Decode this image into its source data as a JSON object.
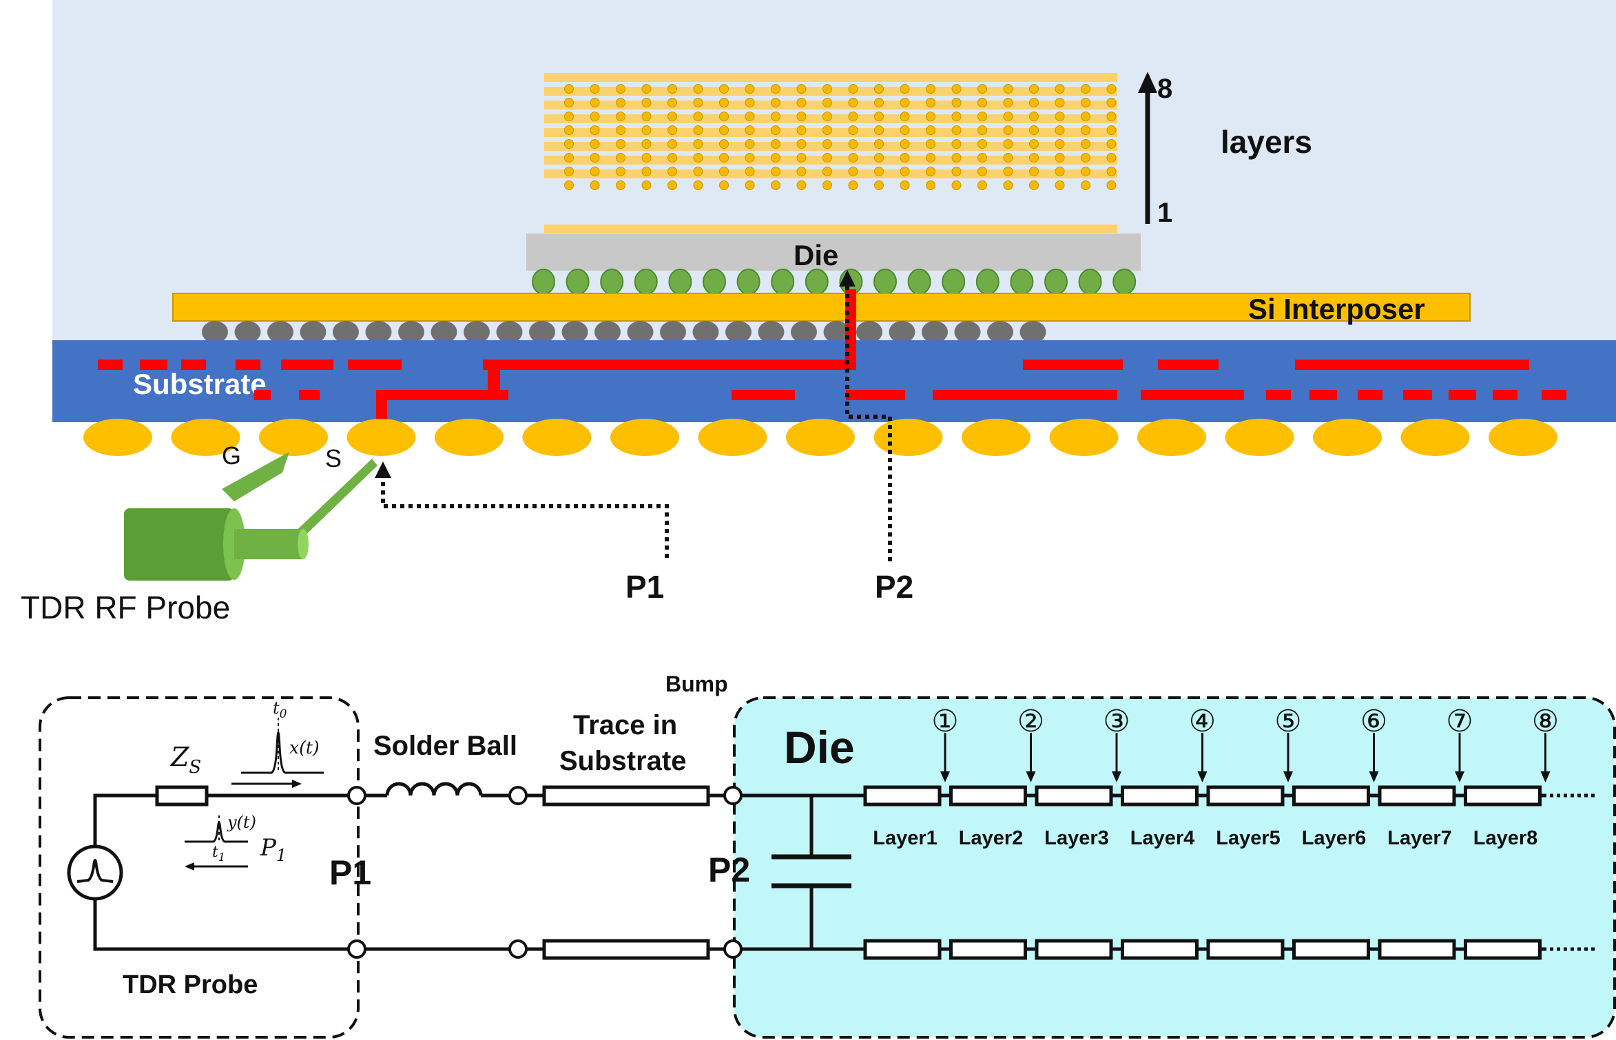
{
  "stack": {
    "top_number": "8",
    "bottom_number": "1",
    "layers_label": "layers",
    "die_label": "Die",
    "interposer_label": "Si Interposer",
    "substrate_label": "Substrate",
    "ground_label": "G",
    "signal_label": "S",
    "probe_label": "TDR RF Probe",
    "p1_label": "P1",
    "p2_label": "P2"
  },
  "circuit": {
    "source_impedance": "Z",
    "source_impedance_sub": "S",
    "pulse_peak_time": "t",
    "pulse_peak_time_sub": "0",
    "incident_signal": "x(t)",
    "reflected_signal": "y(t)",
    "reflected_time": "t",
    "reflected_time_sub": "1",
    "port_ref": "P",
    "port_ref_sub": "1",
    "p1_label": "P1",
    "p2_label": "P2",
    "probe_label": "TDR Probe",
    "solder_ball_label": "Solder Ball",
    "trace_label_line1": "Trace in",
    "trace_label_line2": "Substrate",
    "bump_label": "Bump",
    "die_label": "Die",
    "layer_markers": [
      "①",
      "②",
      "③",
      "④",
      "⑤",
      "⑥",
      "⑦",
      "⑧"
    ],
    "layer_names": [
      "Layer1",
      "Layer2",
      "Layer3",
      "Layer4",
      "Layer5",
      "Layer6",
      "Layer7",
      "Layer8"
    ]
  },
  "colors": {
    "background_top": "#dfe9f5",
    "layer_stripe": "#fbd26c",
    "layer_dot": "#f7b900",
    "die": "#c8c8c8",
    "micro_bump": "#70ad47",
    "interposer": "#fdbf00",
    "c4_bump": "#707070",
    "substrate": "#4472c4",
    "trace": "#ff0000",
    "solder_ball": "#fdbf00",
    "probe": "#70ad47",
    "die_region": "#c2f7f9"
  }
}
